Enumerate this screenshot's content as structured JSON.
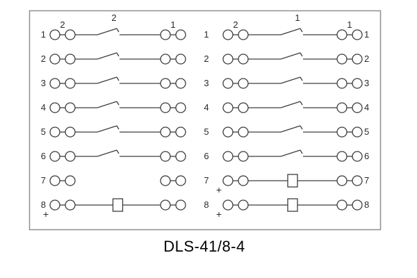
{
  "title": "DLS-41/8-4",
  "colors": {
    "stroke": "#3d3d3d",
    "border": "#8f8f8f",
    "text": "#2a2a2a",
    "background": "#ffffff"
  },
  "left_block": {
    "top_labels": [
      "2",
      "2",
      "1"
    ],
    "rows": [
      {
        "number": "1",
        "middle": "switch",
        "plus": false
      },
      {
        "number": "2",
        "middle": "switch",
        "plus": false
      },
      {
        "number": "3",
        "middle": "switch",
        "plus": false
      },
      {
        "number": "4",
        "middle": "switch",
        "plus": false
      },
      {
        "number": "5",
        "middle": "switch",
        "plus": false
      },
      {
        "number": "6",
        "middle": "switch",
        "plus": false
      },
      {
        "number": "7",
        "middle": "none",
        "plus": false
      },
      {
        "number": "8",
        "middle": "box",
        "plus": true
      }
    ]
  },
  "center_numbers": [
    "1",
    "2",
    "3",
    "4",
    "5",
    "6",
    "7",
    "8"
  ],
  "right_block": {
    "top_labels": [
      "2",
      "1",
      "1"
    ],
    "rows": [
      {
        "number": "1",
        "middle": "switch",
        "plus": false
      },
      {
        "number": "2",
        "middle": "switch",
        "plus": false
      },
      {
        "number": "3",
        "middle": "switch",
        "plus": false
      },
      {
        "number": "4",
        "middle": "switch",
        "plus": false
      },
      {
        "number": "5",
        "middle": "switch",
        "plus": false
      },
      {
        "number": "6",
        "middle": "switch",
        "plus": false
      },
      {
        "number": "7",
        "middle": "box",
        "plus": true
      },
      {
        "number": "8",
        "middle": "box",
        "plus": true
      }
    ]
  }
}
